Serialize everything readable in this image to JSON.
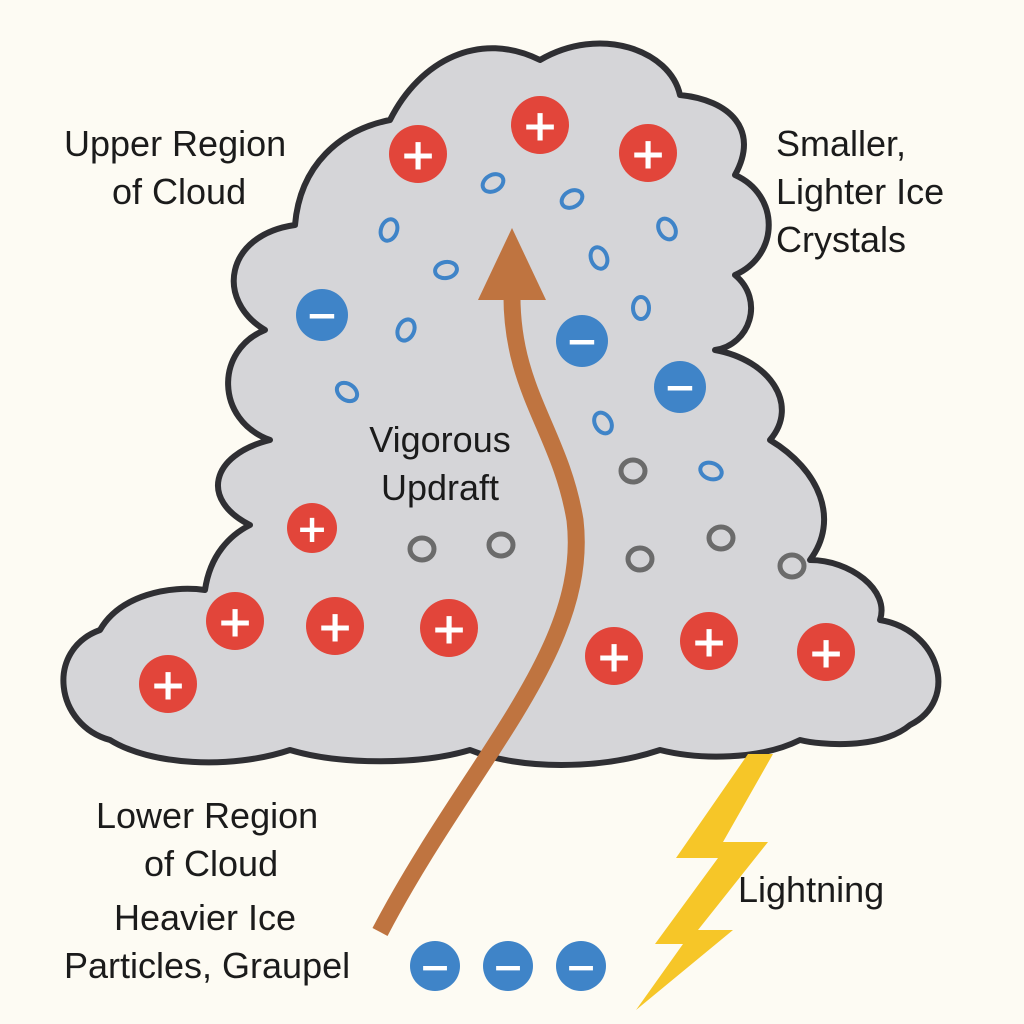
{
  "labels": {
    "upper_region": [
      "Upper Region",
      "of Cloud"
    ],
    "smaller_crystals": [
      "Smaller,",
      "Lighter Ice",
      "Crystals"
    ],
    "updraft": [
      "Vigorous",
      "Updraft"
    ],
    "lower_region": [
      "Lower Region",
      "of Cloud"
    ],
    "heavier_particles": [
      "Heavier Ice",
      "Particles, Graupel"
    ],
    "lightning": "Lightning"
  },
  "symbols": {
    "positive": "+",
    "negative": "−"
  },
  "colors": {
    "background": "#fdfbf3",
    "cloud_fill": "#d5d5d8",
    "cloud_outline": "#2f2f33",
    "positive": "#e2453a",
    "negative": "#3f84c8",
    "ice_crystal": "#3f84c8",
    "graupel": "#6b6b6b",
    "updraft_arrow": "#bf7440",
    "lightning": "#f6c628"
  },
  "icons": {
    "positive": "plus-charge-icon",
    "negative": "minus-charge-icon",
    "ice_crystal": "ice-crystal-icon",
    "graupel": "graupel-icon",
    "lightning": "lightning-bolt-icon",
    "updraft": "updraft-arrow-icon"
  }
}
